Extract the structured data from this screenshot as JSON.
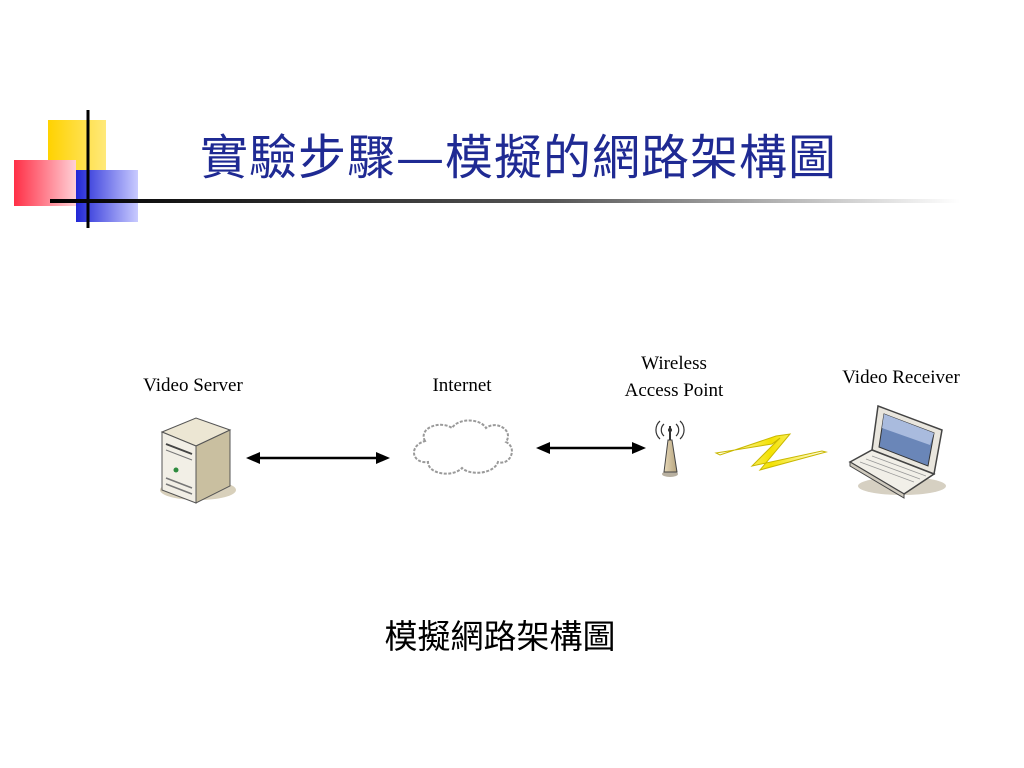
{
  "slide": {
    "title": "實驗步驟—模擬的網路架構圖",
    "caption": "模擬網路架構圖"
  },
  "diagram": {
    "nodes": [
      {
        "id": "video-server",
        "label": "Video Server",
        "icon": "server-icon"
      },
      {
        "id": "internet",
        "label": "Internet",
        "icon": "cloud-icon"
      },
      {
        "id": "wireless-ap",
        "label_line1": "Wireless",
        "label_line2": "Access Point",
        "icon": "antenna-icon"
      },
      {
        "id": "video-receiver",
        "label": "Video Receiver",
        "icon": "laptop-icon"
      }
    ],
    "links": [
      {
        "from": "video-server",
        "to": "internet",
        "style": "double-arrow"
      },
      {
        "from": "internet",
        "to": "wireless-ap",
        "style": "double-arrow"
      },
      {
        "from": "wireless-ap",
        "to": "video-receiver",
        "style": "lightning"
      }
    ]
  },
  "colors": {
    "title": "#1f2a93",
    "accent_yellow": "#ffd200",
    "accent_blue": "#2b2fd6",
    "accent_red": "#ff3b4f"
  }
}
